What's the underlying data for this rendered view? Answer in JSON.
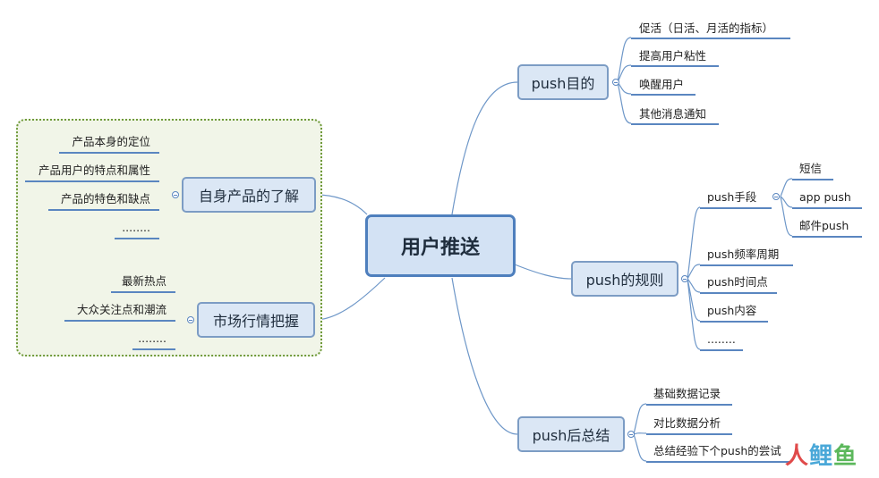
{
  "root": {
    "label": "用户推送"
  },
  "branches": {
    "purpose": {
      "label": "push目的",
      "items": [
        "促活（日活、月活的指标）",
        "提高用户粘性",
        "唤醒用户",
        "其他消息通知"
      ]
    },
    "rules": {
      "label": "push的规则",
      "means": {
        "label": "push手段",
        "items": [
          "短信",
          "app push",
          "邮件push"
        ]
      },
      "items": [
        "push频率周期",
        "push时间点",
        "push内容",
        "........"
      ]
    },
    "summary": {
      "label": "push后总结",
      "items": [
        "基础数据记录",
        "对比数据分析",
        "总结经验下个push的尝试"
      ]
    },
    "self": {
      "label": "自身产品的了解",
      "items": [
        "产品本身的定位",
        "产品用户的特点和属性",
        "产品的特色和缺点",
        "........"
      ]
    },
    "market": {
      "label": "市场行情把握",
      "items": [
        "最新热点",
        "大众关注点和潮流",
        "........"
      ]
    }
  },
  "watermark": {
    "chars": [
      "人",
      "鲤",
      "鱼"
    ]
  },
  "colors": {
    "line": "#5a86c0",
    "node_fill": "#dbe7f5",
    "group_fill": "#f1f5e8",
    "group_border": "#6f9a3a"
  }
}
